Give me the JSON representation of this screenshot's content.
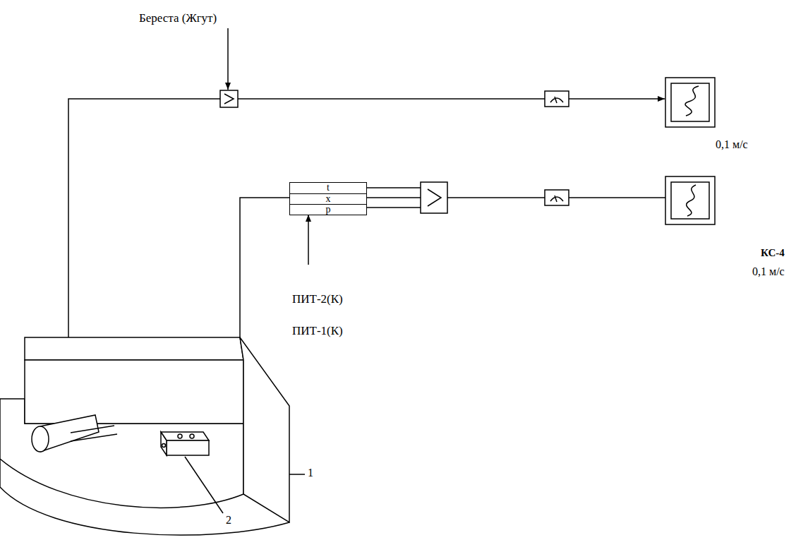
{
  "diagram": {
    "nodes": [
      {
        "text": [
          "t",
          "x",
          "p"
        ]
      }
    ],
    "labels": [
      "Береста (Жгут)",
      "0,1 м/с",
      "КС-4",
      "0,1 м/с",
      "ПИТ-2(К)",
      "ПИТ-1(К)",
      "1",
      "2"
    ]
  }
}
